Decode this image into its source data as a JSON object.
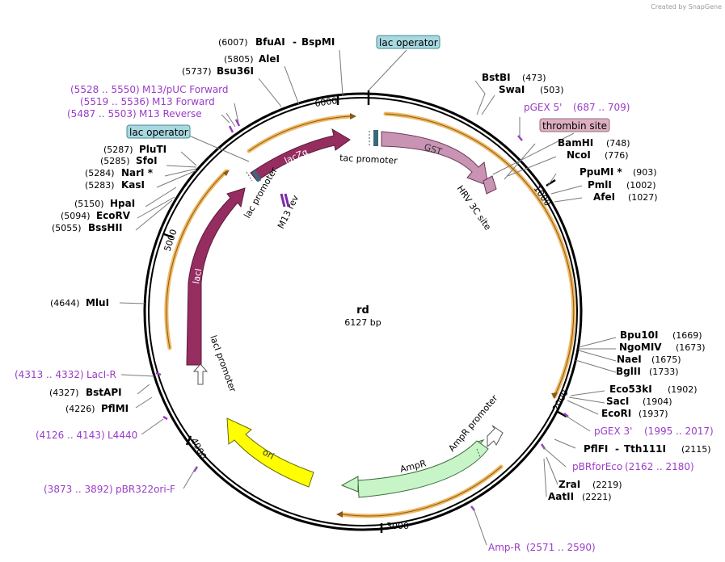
{
  "watermark": "Created by SnapGene",
  "plasmid": {
    "name": "rd",
    "length": "6127 bp"
  },
  "colors": {
    "laczalpha": "#962d60",
    "laci": "#962d60",
    "gst": "#c993b4",
    "hrv": "#c993b4",
    "ampr": "#c8f5c8",
    "ori": "#ffff00",
    "operator": "#a8d8e0",
    "thrombin": "#dcb0c0",
    "primer": "#9b3cc8",
    "orf": "#f0b860"
  },
  "ticks": [
    "1000",
    "2000",
    "3000",
    "4000",
    "5000",
    "6000"
  ],
  "sites": [
    {
      "name": "BfuAI",
      "pos": "(6007)",
      "second": "BspMI"
    },
    {
      "name": "AleI",
      "pos": "(5805)"
    },
    {
      "name": "Bsu36I",
      "pos": "(5737)"
    },
    {
      "name": "BstBI",
      "pos": "(473)"
    },
    {
      "name": "SwaI",
      "pos": "(503)"
    },
    {
      "name": "BamHI",
      "pos": "(748)"
    },
    {
      "name": "NcoI",
      "pos": "(776)"
    },
    {
      "name": "PpuMI *",
      "pos": "(903)"
    },
    {
      "name": "PmlI",
      "pos": "(1002)"
    },
    {
      "name": "AfeI",
      "pos": "(1027)"
    },
    {
      "name": "PluTI",
      "pos": "(5287)"
    },
    {
      "name": "SfoI",
      "pos": "(5285)"
    },
    {
      "name": "NarI *",
      "pos": "(5284)"
    },
    {
      "name": "KasI",
      "pos": "(5283)"
    },
    {
      "name": "HpaI",
      "pos": "(5150)"
    },
    {
      "name": "EcoRV",
      "pos": "(5094)"
    },
    {
      "name": "BssHII",
      "pos": "(5055)"
    },
    {
      "name": "MluI",
      "pos": "(4644)"
    },
    {
      "name": "BstAPI",
      "pos": "(4327)"
    },
    {
      "name": "PflMI",
      "pos": "(4226)"
    },
    {
      "name": "Bpu10I",
      "pos": "(1669)"
    },
    {
      "name": "NgoMIV",
      "pos": "(1673)"
    },
    {
      "name": "NaeI",
      "pos": "(1675)"
    },
    {
      "name": "BglII",
      "pos": "(1733)"
    },
    {
      "name": "Eco53kI",
      "pos": "(1902)"
    },
    {
      "name": "SacI",
      "pos": "(1904)"
    },
    {
      "name": "EcoRI",
      "pos": "(1937)"
    },
    {
      "name": "PflFI",
      "pos": "(2115)",
      "second": "Tth111I"
    },
    {
      "name": "ZraI",
      "pos": "(2219)"
    },
    {
      "name": "AatII",
      "pos": "(2221)"
    }
  ],
  "primers": [
    {
      "name": "M13/pUC Forward",
      "range": "(5528 .. 5550)"
    },
    {
      "name": "M13 Forward",
      "range": "(5519 .. 5536)"
    },
    {
      "name": "M13 Reverse",
      "range": "(5487 .. 5503)"
    },
    {
      "name": "pGEX 5'",
      "range": "(687 .. 709)"
    },
    {
      "name": "LacI-R",
      "range": "(4313 .. 4332)"
    },
    {
      "name": "L4440",
      "range": "(4126 .. 4143)"
    },
    {
      "name": "pBR322ori-F",
      "range": "(3873 .. 3892)"
    },
    {
      "name": "pGEX 3'",
      "range": "(1995 .. 2017)"
    },
    {
      "name": "pBRforEco",
      "range": "(2162 .. 2180)"
    },
    {
      "name": "Amp-R",
      "range": "(2571 .. 2590)"
    }
  ],
  "boxes": {
    "lac_operator_top": "lac operator",
    "lac_operator_left": "lac operator",
    "thrombin": "thrombin site"
  },
  "features": {
    "laczalpha": "lacZα",
    "laci": "lacI",
    "gst": "GST",
    "ori": "ori",
    "ampr": "AmpR",
    "tac_promoter": "tac promoter",
    "lac_promoter": "lac promoter",
    "m13_rev": "M13 rev",
    "hrv_site": "HRV 3C site",
    "laci_promoter": "lacI promoter",
    "ampr_promoter": "AmpR promoter"
  }
}
